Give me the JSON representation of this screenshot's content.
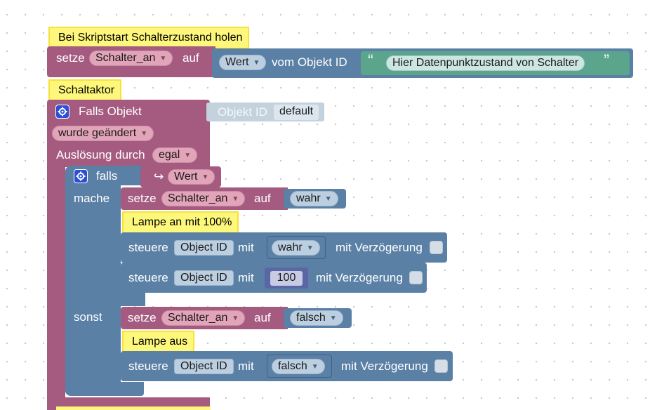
{
  "blocks": {
    "comment_start": "Bei Skriptstart Schalterzustand holen",
    "setze_label": "setze",
    "var_name": "Schalter_an",
    "auf_label": "auf",
    "wert_dropdown": "Wert",
    "vom_objekt_label": "vom Objekt ID",
    "quote_open": "“",
    "quote_close": "”",
    "string_value": "Hier Datenpunktzustand von Schalter",
    "comment_aktor": "Schaltaktor",
    "falls_objekt_label": "Falls Objekt",
    "objekt_id_label": "Objekt ID",
    "objekt_id_value": "default",
    "wurde_geaendert": "wurde geändert",
    "ausloesung_label": "Auslösung durch",
    "ausloesung_value": "egal",
    "falls_label": "falls",
    "falls_arrow": "↪",
    "falls_value": "Wert",
    "mache_label": "mache",
    "sonst_label": "sonst",
    "true_value": "wahr",
    "comment_lampe_an": "Lampe an mit 100%",
    "steuere_label": "steuere",
    "object_id_label": "Object ID",
    "mit_label": "mit",
    "mit_verzoegerung": "mit Verzögerung",
    "number_value": "100",
    "false_value": "falsch",
    "comment_lampe_aus": "Lampe aus"
  },
  "colors": {
    "variable_block": "#a55b80",
    "action_block": "#5b80a5",
    "text_block": "#5ba58c",
    "comment": "#fdf77b",
    "gear": "#2b4fd6"
  }
}
